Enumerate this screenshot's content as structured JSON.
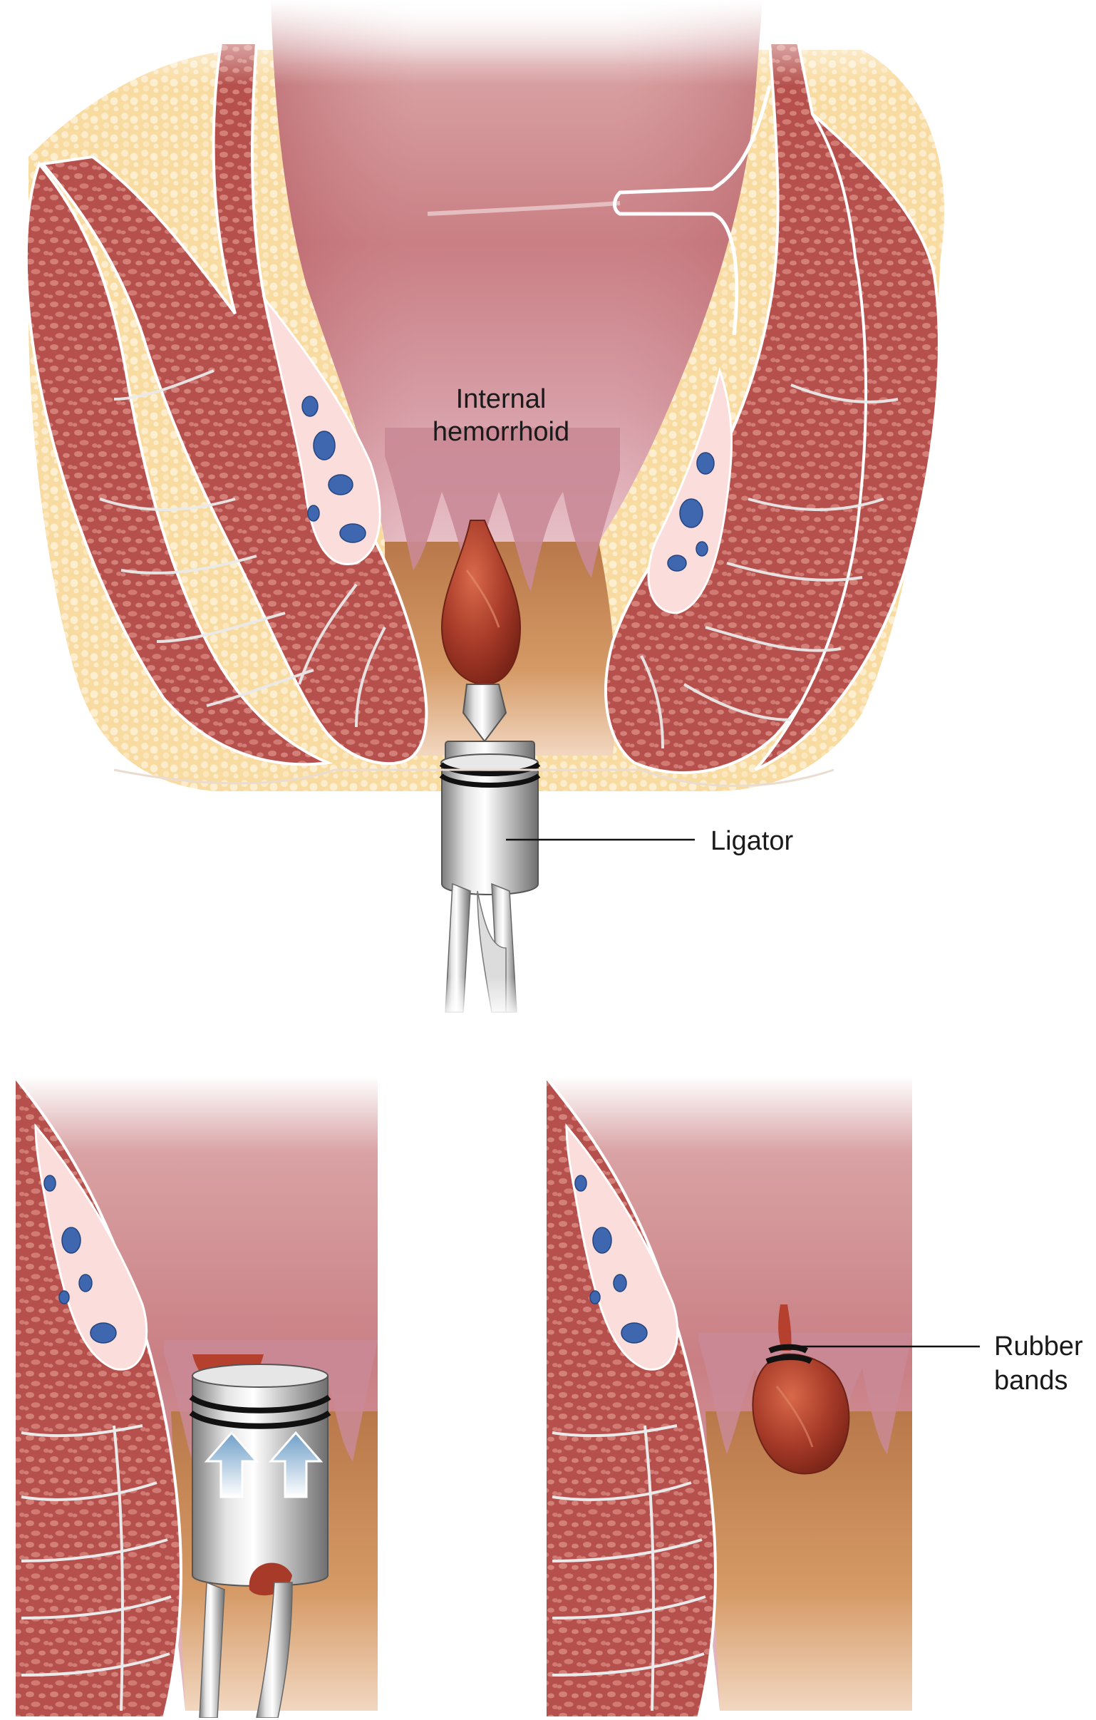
{
  "figure": {
    "top_panel": {
      "label_internal_hemorrhoid_line1": "Internal",
      "label_internal_hemorrhoid_line2": "hemorrhoid",
      "label_ligator": "Ligator"
    },
    "bottom_right_panel": {
      "label_rubber_bands_line1": "Rubber",
      "label_rubber_bands_line2": "bands"
    }
  },
  "colors": {
    "muscle": "#b9534f",
    "muscle_dark": "#8e3431",
    "mucosa": "#c87b80",
    "fat": "#f7d79a",
    "vessel": "#3f67b0",
    "submucosa": "#f9d9d6",
    "metal": "#c9c9c9",
    "band": "#111111",
    "hemorrhoid": "#a83a2a",
    "arrow": "#8fb6d6"
  },
  "icons": [
    "arrow-up-icon"
  ]
}
